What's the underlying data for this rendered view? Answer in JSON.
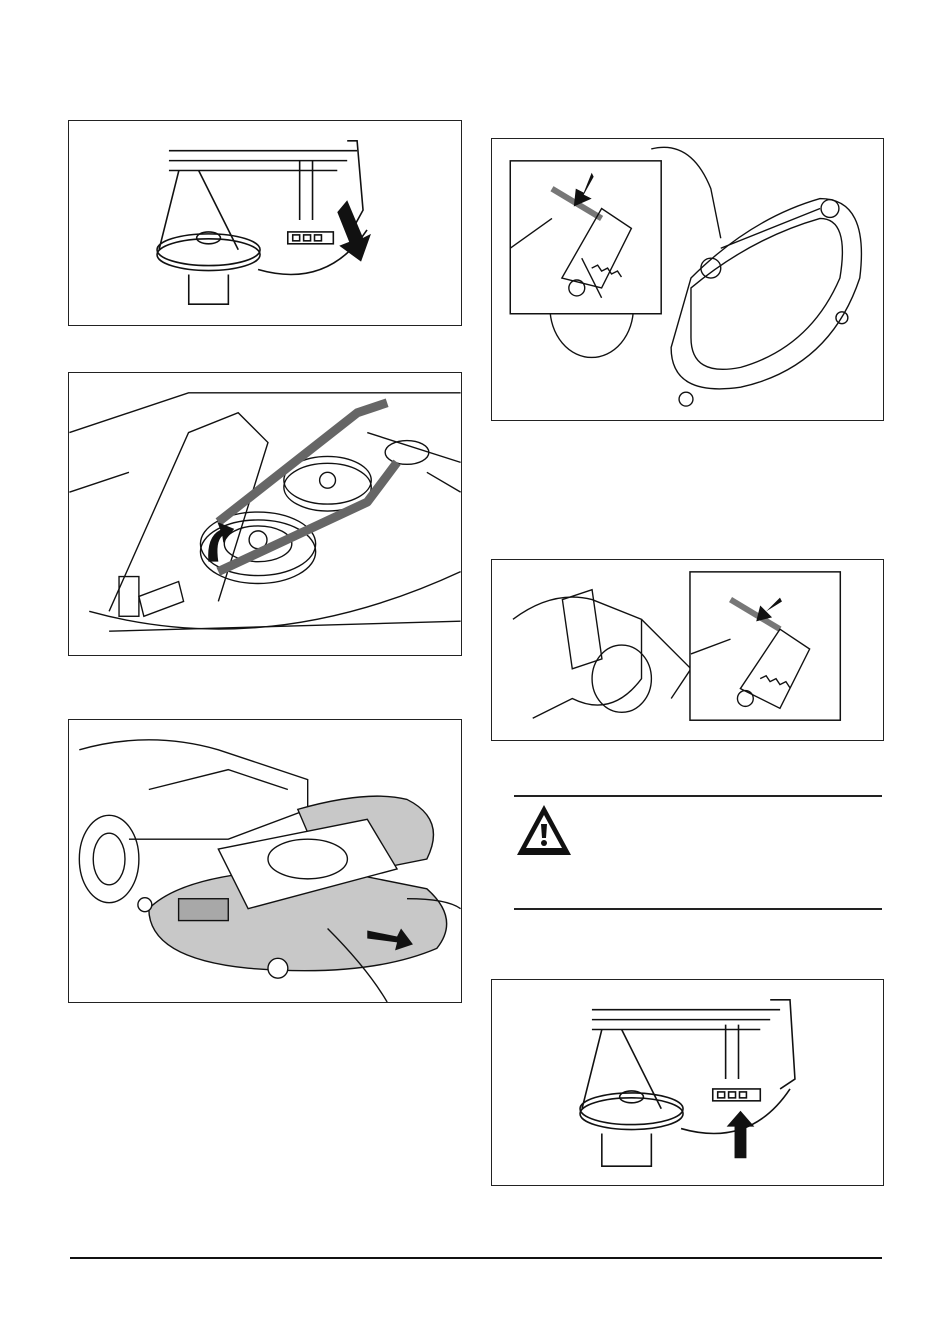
{
  "page": {
    "illustrations": [
      {
        "id": "fig-lever-down",
        "arrow": "down"
      },
      {
        "id": "fig-belt-pulleys",
        "arrow": "curved"
      },
      {
        "id": "fig-deck-pull-out",
        "arrow": "out"
      },
      {
        "id": "fig-deck-raised-spring",
        "arrow": "diagonal"
      },
      {
        "id": "fig-spring-detail",
        "arrow": "diagonal"
      },
      {
        "id": "fig-lever-up",
        "arrow": "up"
      }
    ],
    "warning": {
      "icon": "warning-triangle-icon"
    }
  }
}
